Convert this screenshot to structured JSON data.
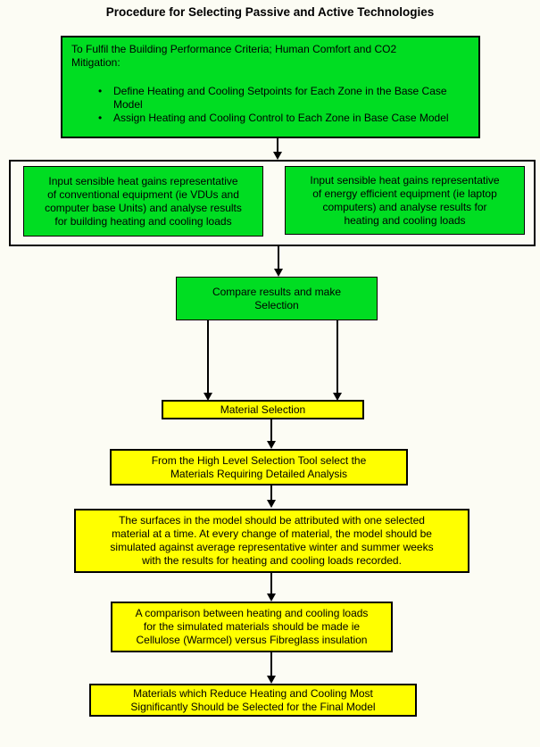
{
  "title": "Procedure for Selecting Passive and Active Technologies",
  "colors": {
    "box_green": "#00dd22",
    "box_yellow": "#ffff00",
    "border": "#000000",
    "background": "#fcfcf4",
    "text": "#000000"
  },
  "flowchart": {
    "criteria": {
      "intro": "To Fulfil the Building Performance Criteria; Human Comfort and CO2\nMitigation:",
      "bullets": [
        "Define Heating and Cooling Setpoints for Each Zone in the Base Case\nModel",
        "Assign Heating and Cooling Control to Each Zone in Base Case Model"
      ]
    },
    "conventional_input": "Input sensible heat gains representative\nof conventional equipment (ie VDUs and\ncomputer base Units) and analyse results\nfor building heating and cooling loads",
    "efficient_input": "Input sensible heat gains representative\nof energy efficient equipment (ie laptop\ncomputers) and analyse results for\nheating and cooling loads",
    "compare": "Compare results and make\nSelection",
    "material_selection": "Material Selection",
    "high_level": "From the High Level Selection Tool select the\nMaterials Requiring Detailed Analysis",
    "surfaces": "The surfaces in the model should be attributed with one selected\nmaterial at a time.  At every change of material, the model should be\nsimulated against average representative winter and summer weeks\nwith the results for heating and cooling loads recorded.",
    "comparison": "A comparison between heating and cooling loads\nfor the simulated materials should be made ie\nCellulose (Warmcel) versus Fibreglass insulation",
    "final": "Materials which Reduce Heating and Cooling Most\nSignificantly Should be Selected for the Final Model"
  }
}
